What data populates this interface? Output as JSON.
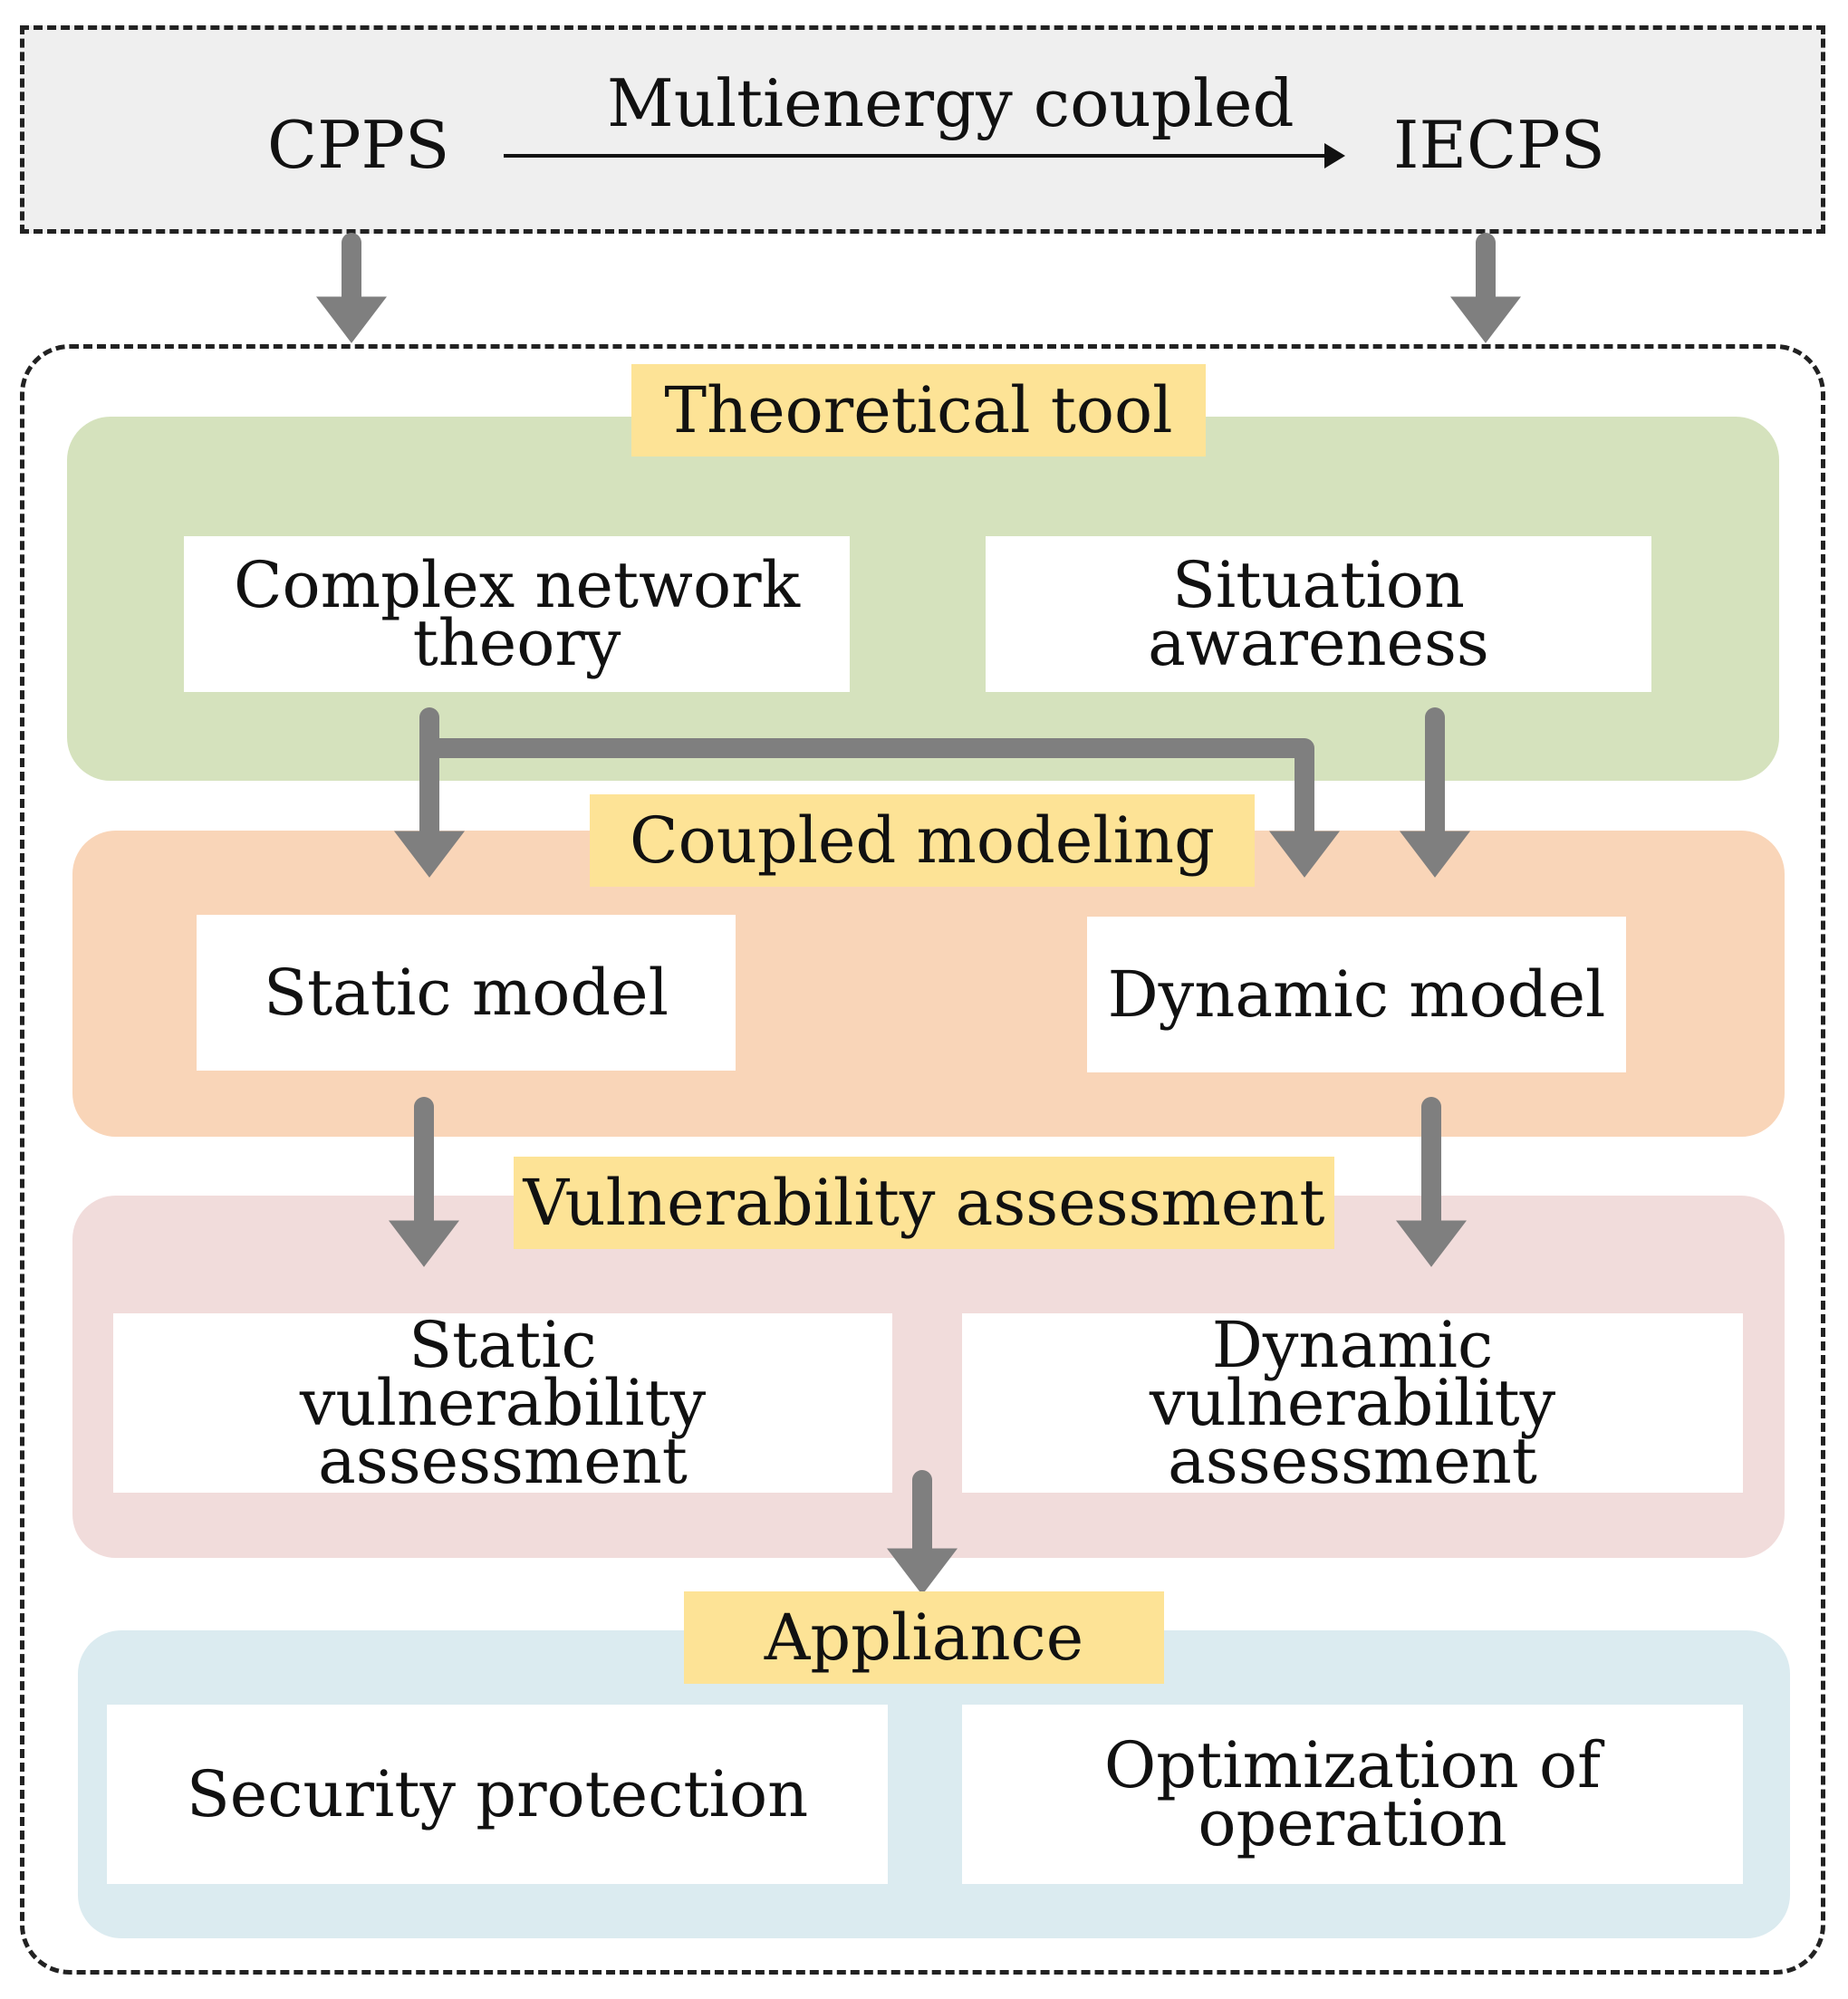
{
  "top": {
    "left_system": "CPPS",
    "transition": "Multienergy coupled",
    "right_system": "IECPS"
  },
  "sections": {
    "theoretical_tool": {
      "title": "Theoretical tool",
      "items": [
        "Complex network theory",
        "Situation awareness"
      ]
    },
    "coupled_modeling": {
      "title": "Coupled modeling",
      "items": [
        "Static model",
        "Dynamic model"
      ]
    },
    "vulnerability_assessment": {
      "title": "Vulnerability assessment",
      "items": [
        "Static vulnerability assessment",
        "Dynamic vulnerability assessment"
      ]
    },
    "appliance": {
      "title": "Appliance",
      "items": [
        "Security protection",
        "Optimization of operation"
      ]
    }
  },
  "colors": {
    "top_panel": "#efefef",
    "theoretical_band": "#d5e2bd",
    "modeling_band": "#f9d5b8",
    "vulnerability_band": "#f1dcdb",
    "appliance_band": "#dbebf0",
    "label_fill": "#fde396",
    "arrow": "#7f7f7f"
  }
}
